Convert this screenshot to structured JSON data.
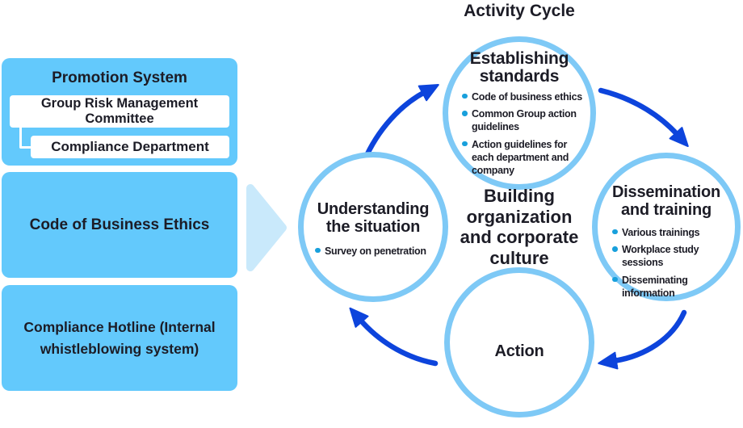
{
  "title": "Activity Cycle",
  "colors": {
    "box_blue": "#63c9fc",
    "circle_border_blue": "#7ec9f6",
    "arrow_blue": "#0d44dc",
    "triangle_light_blue": "#c9e9fb",
    "bullet_dot_blue": "#18a0dc",
    "text": "#1c1c26"
  },
  "left_panel": {
    "promotion_box": {
      "title": "Promotion System",
      "sub_items": [
        "Group Risk Management Committee",
        "Compliance Department"
      ]
    },
    "ethics_box": "Code of Business Ethics",
    "hotline_box": "Compliance Hotline (Internal whistleblowing system)"
  },
  "cycle": {
    "center_label": "Building organization and corporate culture",
    "nodes": {
      "establishing": {
        "title": "Establishing standards",
        "bullets": [
          "Code of business ethics",
          "Common Group action guidelines",
          "Action guidelines for each department and company"
        ]
      },
      "dissemination": {
        "title": "Dissemination and training",
        "bullets": [
          "Various trainings",
          "Workplace study sessions",
          "Disseminating information"
        ]
      },
      "action": {
        "title": "Action",
        "bullets": []
      },
      "understanding": {
        "title": "Understanding the situation",
        "bullets": [
          "Survey on penetration"
        ]
      }
    }
  }
}
